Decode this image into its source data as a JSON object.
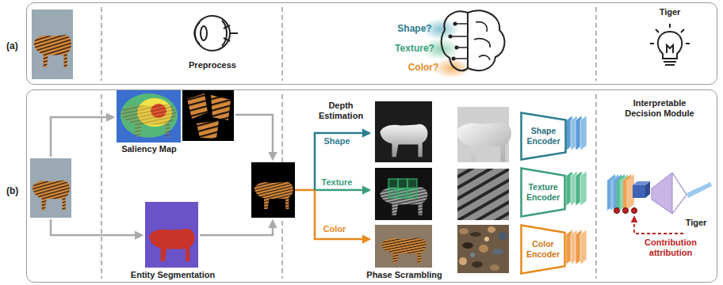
{
  "diagram": {
    "nodes": [
      {
        "text": [
          "(a)"
        ]
      },
      {
        "text": [
          "(b)"
        ]
      },
      {
        "text": [
          "Shape Encoder"
        ],
        "in": 1
      },
      {
        "text": [
          "Texture Encoder"
        ],
        "in": 1
      },
      {
        "text": [
          "Color Encoder"
        ],
        "in": 1
      }
    ],
    "labels": [
      "Preprocess",
      "Shape?",
      "Texture?",
      "Color?",
      "Tiger",
      "Saliency Map",
      "Entity Segmentation",
      "Depth Estimation",
      "Shape",
      "Texture",
      "Color",
      "Phase Scrambling",
      "Interpretable Decision Module",
      "Tiger",
      "Contribution attribution"
    ]
  }
}
